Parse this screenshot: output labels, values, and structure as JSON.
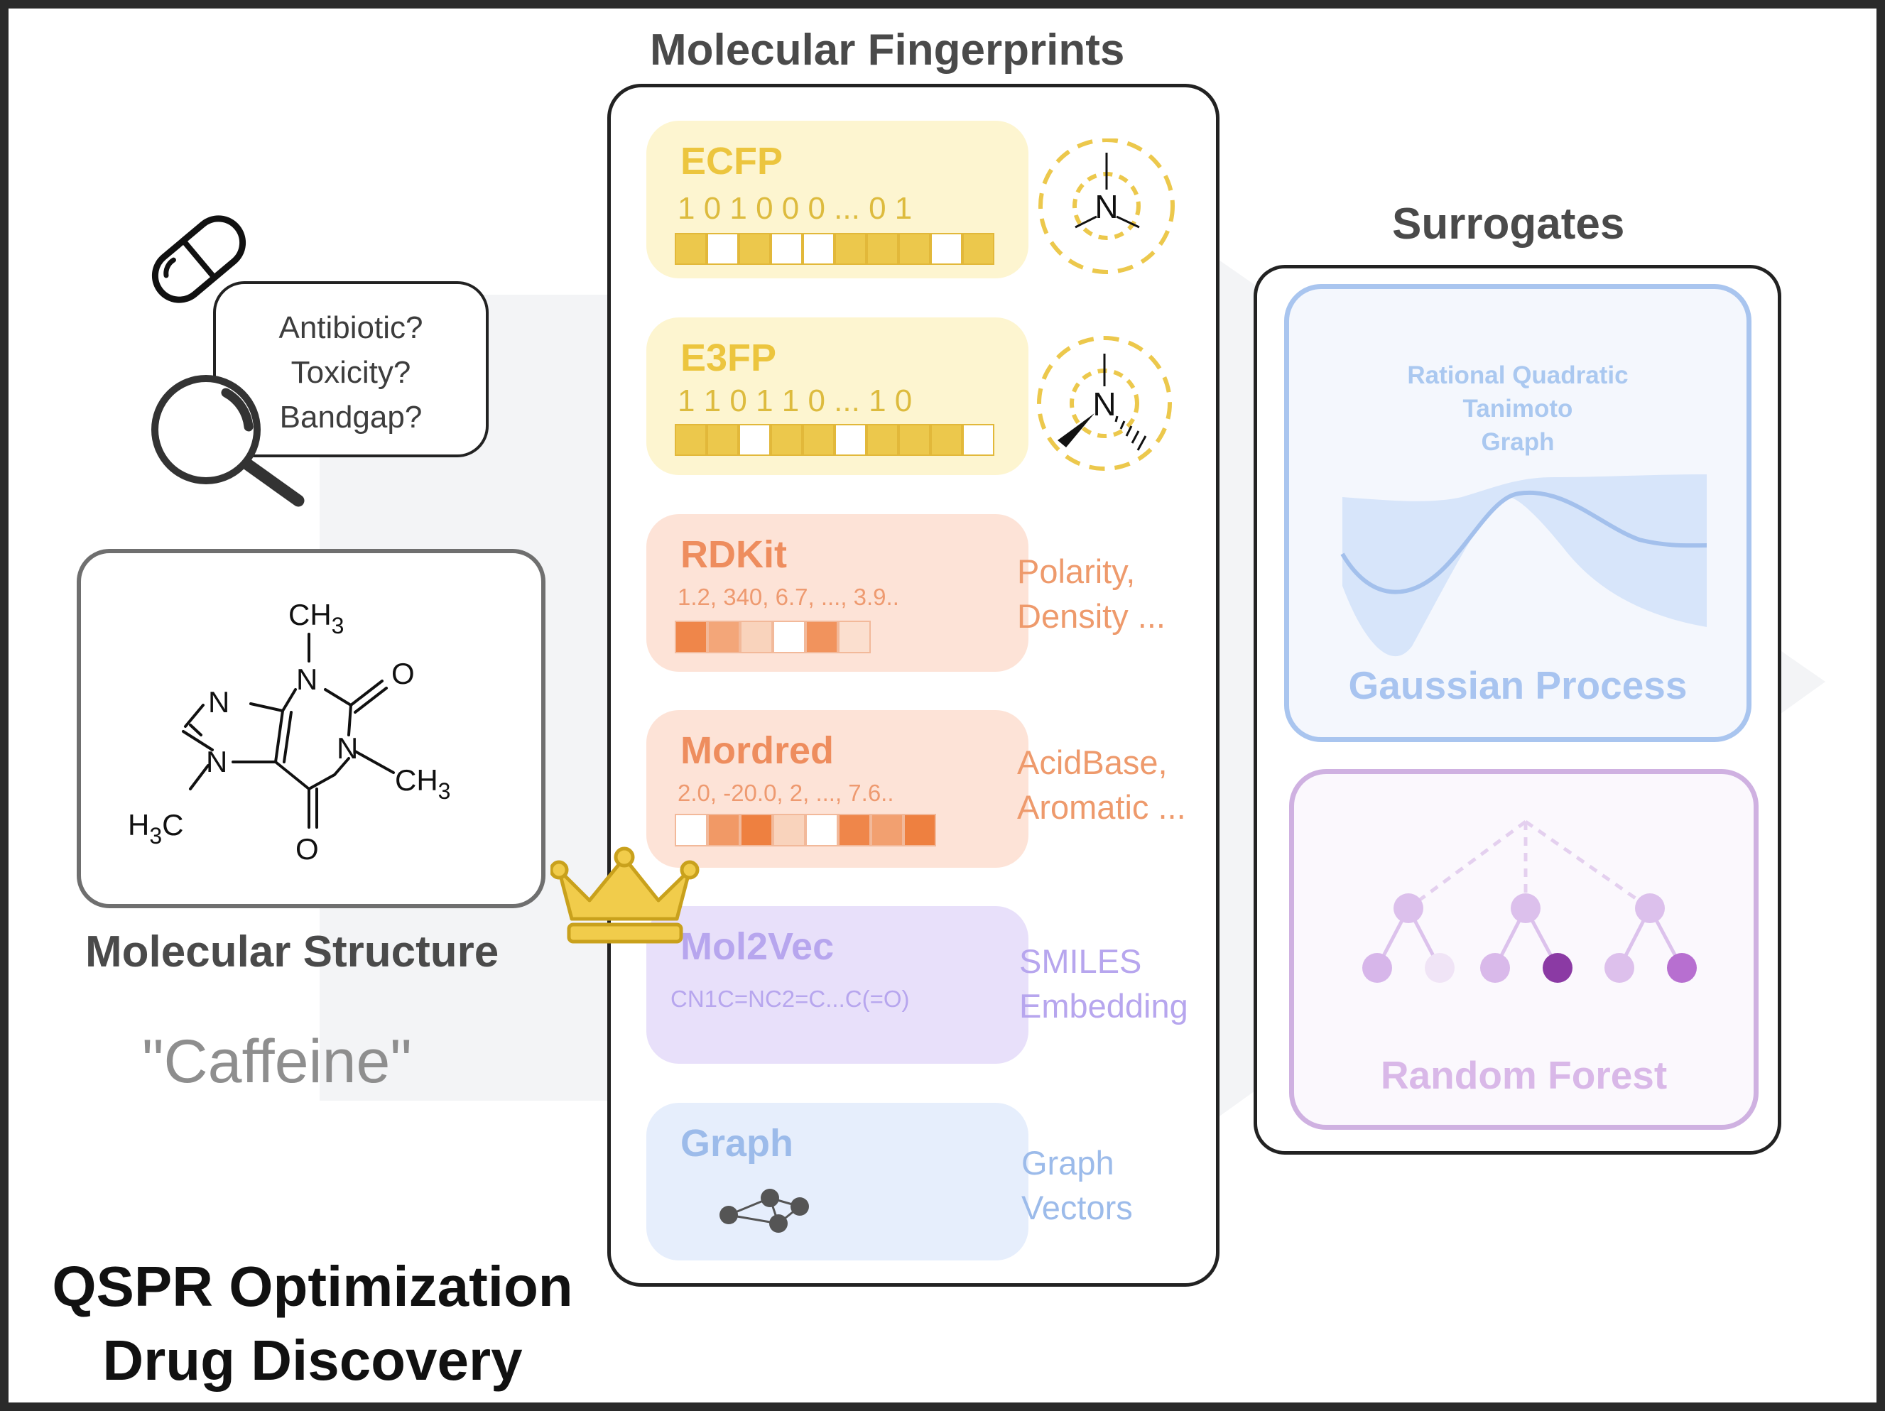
{
  "headings": {
    "fingerprints": "Molecular Fingerprints",
    "surrogates": "Surrogates",
    "structure": "Molecular Structure",
    "molecule_name": "\"Caffeine\"",
    "bottom_line1": "QSPR Optimization",
    "bottom_line2": "Drug Discovery"
  },
  "question_bubble": [
    "Antibiotic?",
    "Toxicity?",
    "Bandgap?"
  ],
  "molecule_atoms": {
    "ch3_top": "CH",
    "ch3_right": "CH",
    "h3c_left_h": "H",
    "h3c_left_c": "C",
    "subscript": "3",
    "n": "N",
    "o": "O"
  },
  "fingerprints": [
    {
      "name": "ECFP",
      "bits": "1  0  1  0  0  0 ... 0 1",
      "side_label": "N",
      "cells": [
        1,
        0,
        1,
        0,
        0,
        1,
        1,
        1,
        0,
        1
      ]
    },
    {
      "name": "E3FP",
      "bits": "1  1  0  1  1  0 ... 1 0",
      "side_label": "N",
      "cells": [
        1,
        1,
        0,
        1,
        1,
        0,
        1,
        1,
        1,
        0
      ]
    },
    {
      "name": "RDKit",
      "bits": "1.2,  340,  6.7, ..., 3.9..",
      "side_lines": [
        "Polarity,",
        "Density ..."
      ],
      "cells": [
        0.95,
        0.7,
        0.35,
        0.0,
        0.85,
        0.25
      ]
    },
    {
      "name": "Mordred",
      "bits": "2.0,  -20.0,  2, ...,  7.6..",
      "side_lines": [
        "AcidBase,",
        "Aromatic ..."
      ],
      "cells": [
        0.0,
        0.8,
        1.0,
        0.35,
        0.0,
        0.95,
        0.75,
        1.0
      ]
    },
    {
      "name": "Mol2Vec",
      "bits": "CN1C=NC2=C...C(=O)",
      "side_lines": [
        "SMILES",
        "Embedding"
      ]
    },
    {
      "name": "Graph",
      "side_lines": [
        "Graph",
        "Vectors"
      ]
    }
  ],
  "surrogates": {
    "gp": {
      "kernels": [
        "Rational Quadratic",
        "Tanimoto",
        "Graph"
      ],
      "label": "Gaussian Process"
    },
    "rf": {
      "label": "Random Forest"
    }
  },
  "colors": {
    "dark_text": "#4a4a4a",
    "yellow_fill": "#fdf5d0",
    "yellow_bar": "#ecc84c",
    "yellow_title": "#ecc53e",
    "orange_fill": "#fde3d7",
    "orange_text": "#ee8d5e",
    "purple_fill": "#e8e0fa",
    "purple_text": "#b7a6ee",
    "blue_fill": "#e6eefc",
    "blue_text": "#9cbbea",
    "gp_border": "#a9c5ef",
    "rf_border": "#cfb1e1",
    "crown": "#f1cc4b"
  },
  "icons": [
    "pill-icon",
    "magnifier-icon",
    "crown-icon"
  ]
}
